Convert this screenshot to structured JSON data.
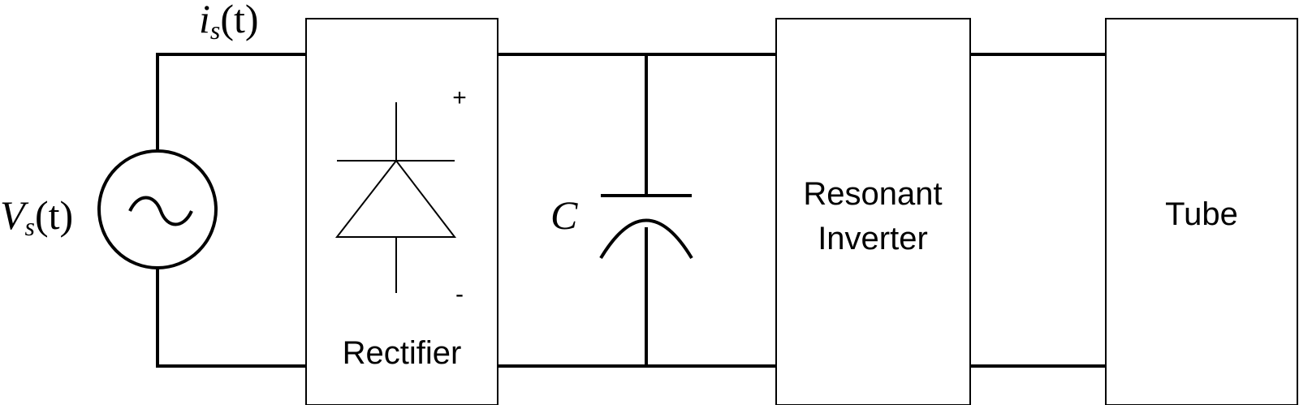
{
  "source": {
    "voltage_symbol": "V",
    "voltage_sub": "s",
    "voltage_arg": "(t)",
    "current_symbol": "i",
    "current_sub": "s",
    "current_arg": "(t)"
  },
  "rectifier": {
    "label": "Rectifier",
    "plus": "+",
    "minus": "-"
  },
  "capacitor": {
    "label": "C"
  },
  "inverter": {
    "line1": "Resonant",
    "line2": "Inverter"
  },
  "tube": {
    "label": "Tube"
  }
}
